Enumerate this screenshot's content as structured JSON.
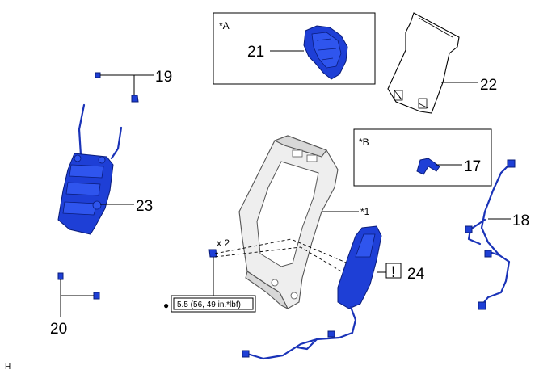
{
  "callouts": {
    "a": "*A",
    "b": "*B",
    "c1": "*1",
    "x2": "x 2",
    "h": "H"
  },
  "part_numbers": {
    "p17": "17",
    "p18": "18",
    "p19": "19",
    "p20": "20",
    "p21": "21",
    "p22": "22",
    "p23": "23",
    "p24": "24"
  },
  "torque": {
    "bullet": "●",
    "spec": "5.5 (56, 49 in.*lbf)"
  },
  "caution_symbol": "!",
  "colors": {
    "part_blue": "#1e3fd6",
    "frame_grey": "#eeeeee",
    "line_black": "#000000"
  }
}
